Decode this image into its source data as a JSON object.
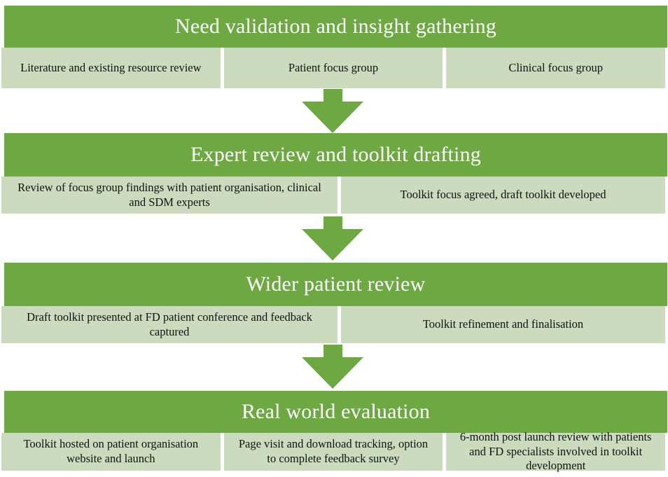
{
  "colors": {
    "green": "#6DA843",
    "light_green": "#CCDBBE",
    "header_text": "#FFFFFF",
    "cell_text": "#111111",
    "page_bg": "#FFFFFF"
  },
  "icons": {
    "arrow": "down-arrow"
  },
  "sections": [
    {
      "title": "Need validation and insight gathering",
      "cells": [
        "Literature and existing resource review",
        "Patient focus group",
        "Clinical focus group"
      ]
    },
    {
      "title": "Expert review and toolkit drafting",
      "cells": [
        "Review of focus group findings with patient organisation, clinical and SDM experts",
        "Toolkit focus agreed, draft toolkit developed"
      ]
    },
    {
      "title": "Wider patient review",
      "cells": [
        "Draft toolkit presented at FD patient conference and feedback captured",
        "Toolkit refinement and finalisation"
      ]
    },
    {
      "title": "Real world evaluation",
      "cells": [
        "Toolkit hosted on patient organisation website and launch",
        "Page visit and download tracking, option to complete feedback survey",
        "6-month post launch review with patients and FD specialists involved in toolkit development"
      ]
    }
  ]
}
